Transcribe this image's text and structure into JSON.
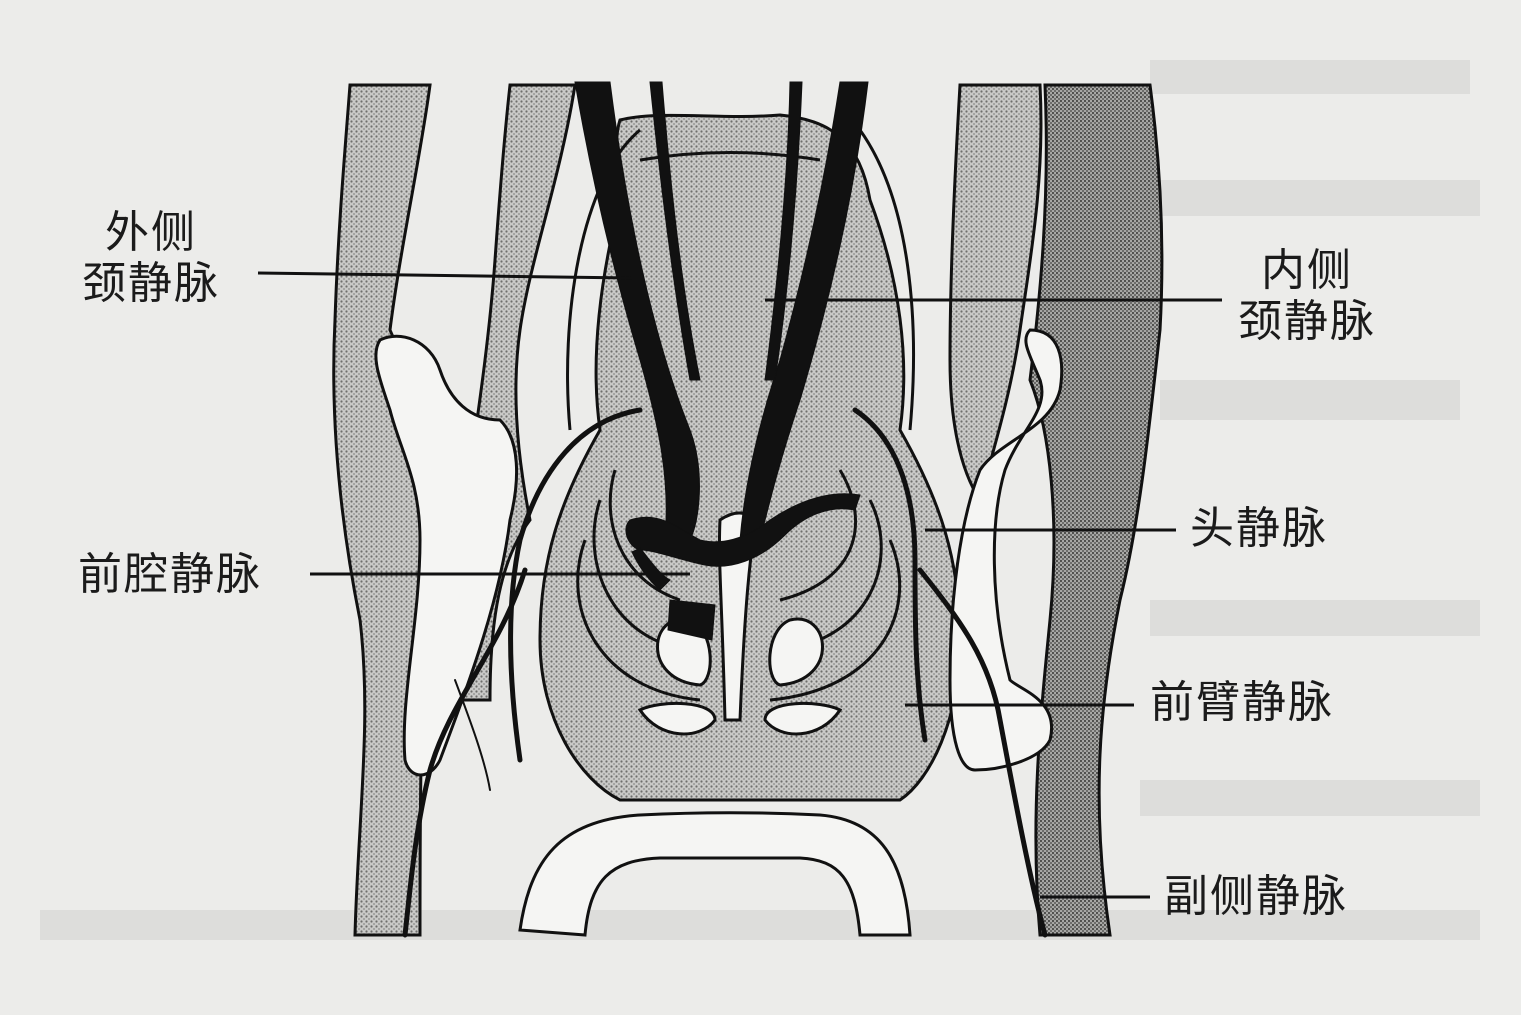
{
  "labels": {
    "external_jugular": [
      "外侧",
      "颈静脉"
    ],
    "internal_jugular": [
      "内侧",
      "颈静脉"
    ],
    "cephalic": "头静脉",
    "anterior_vena_cava": "前腔静脉",
    "brachial": "前臂静脉",
    "accessory_cephalic": "副侧静脉"
  },
  "colors": {
    "paper": "#ececea",
    "stipple": "#9a9a98",
    "ink": "#111111",
    "bone": "#f4f4f2"
  }
}
